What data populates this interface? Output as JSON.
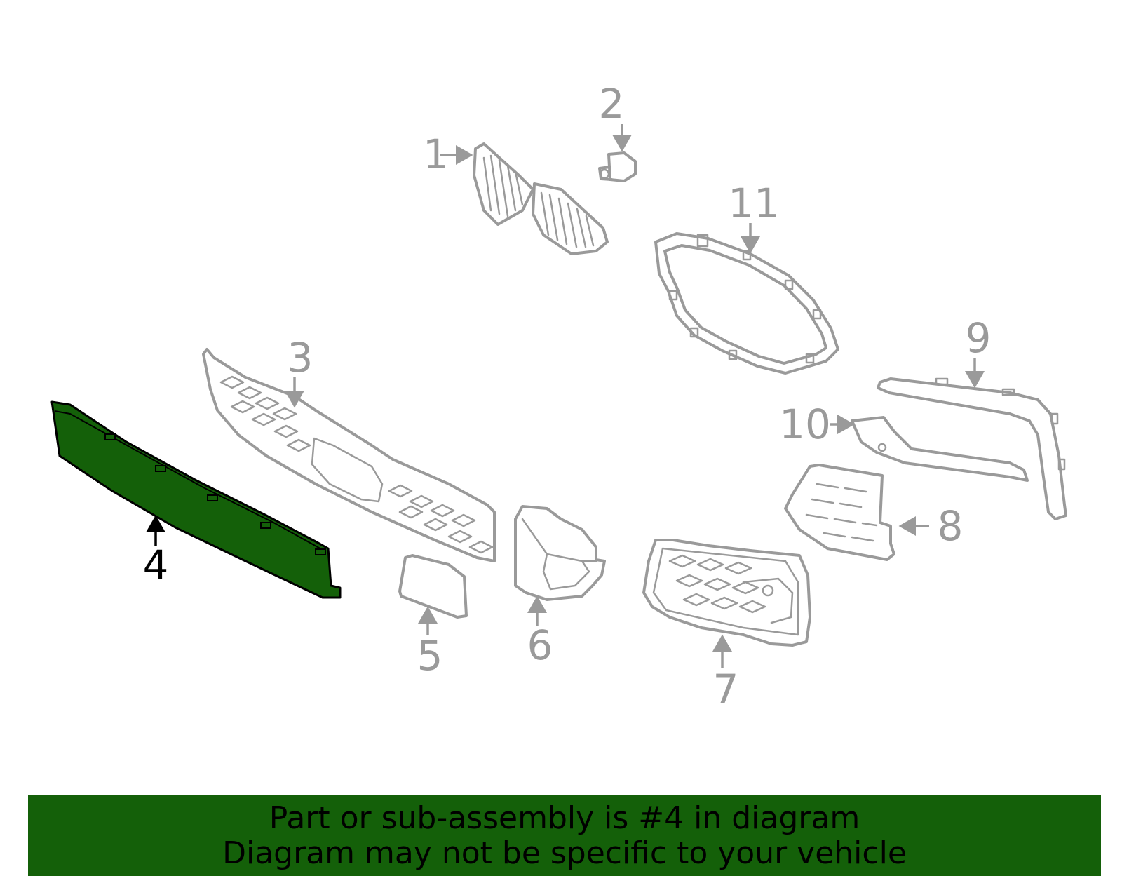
{
  "diagram": {
    "highlight_color": "#146009",
    "part_color": "#9a9a9a",
    "callouts": {
      "c1": "1",
      "c2": "2",
      "c3": "3",
      "c4": "4",
      "c5": "5",
      "c6": "6",
      "c7": "7",
      "c8": "8",
      "c9": "9",
      "c10": "10",
      "c11": "11"
    },
    "highlighted_part": "4"
  },
  "banner": {
    "line1": "Part or sub-assembly is #4 in diagram",
    "line2": "Diagram may not be specific to your vehicle",
    "background": "#146009"
  }
}
